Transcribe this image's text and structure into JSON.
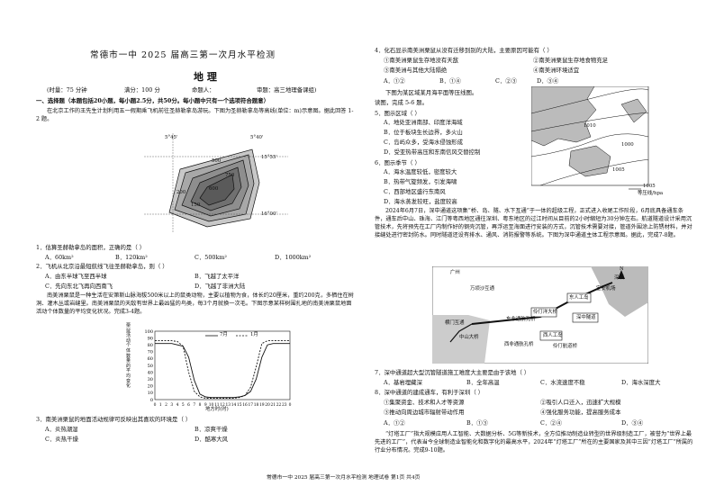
{
  "left": {
    "title": "常德市一中 2025 届高三第一次月水平检测",
    "subject": "地 理",
    "meta": {
      "time": "(时量：75 分钟",
      "score": "满分：100 分",
      "author": "命题人：",
      "reviewer": "审题：高三地理备课组)"
    },
    "section1": "一、选择题（本题包括20小题，每小题2.5分，共50分。每小题中只有一个选项符合题意）",
    "intro": "在北京工作的王先生计划利用五一假期乘飞机前往圣赫勒拿岛游玩。下图为圣赫勒拿岛等高线(单位：m)示意图。据此回答 1-2 题。",
    "map1": {
      "lon1": "5°45'",
      "lon2": "5°40'",
      "lat1": "15°55'",
      "lat2": "16°00'",
      "contours": [
        "500",
        "750",
        "600",
        "200",
        "150"
      ]
    },
    "q1": {
      "stem": "1．估算圣赫勒拿岛的面积，正确的是（    ）",
      "options": [
        "A．60km²",
        "B．120km²",
        "C．500km²",
        "D．1000km²"
      ]
    },
    "q2": {
      "stem": "2．飞机从北京沿最短航线飞往圣赫勒拿岛，则（    ）",
      "options": [
        "A．由东半球飞至西半球",
        "B．飞越了太平洋",
        "C．先向东北飞再向西南飞",
        "D．飞越了非洲大陆"
      ]
    },
    "intro2": "南美洲栗鼠是一种生活在安第斯山脉海拔500米以上的鼠类动物，主要以植物为食，体长约20厘米，重约200克，多栖住在树洞、灌木丛或岩缝里。南美洲栗鼠的天敌有世界上最凶猛的鸟类，每3个月就换一次毛。下图示意某样树围扎地的南美洲栗鼠地面活动个体数量的平均变化状况。完成3-4题。",
    "chart": {
      "ylabel": "栗鼠活动个体数量的平均变化",
      "xlabel": "地方时(时)",
      "legend_jul": "7月",
      "legend_jan": "1月",
      "yticks": [
        "100",
        "90",
        "80",
        "70",
        "60",
        "50",
        "40",
        "30",
        "20",
        "10",
        "0"
      ],
      "xticks": [
        "0",
        "1",
        "2",
        "3",
        "4",
        "5",
        "6",
        "7",
        "8",
        "9",
        "10",
        "11",
        "12",
        "13",
        "14",
        "15",
        "16",
        "17",
        "18",
        "19",
        "20",
        "21",
        "22",
        "23",
        "0"
      ]
    },
    "chart_data": {
      "type": "line",
      "x": [
        0,
        1,
        2,
        3,
        4,
        5,
        6,
        7,
        8,
        9,
        10,
        11,
        12,
        13,
        14,
        15,
        16,
        17,
        18,
        19,
        20,
        21,
        22,
        23,
        24
      ],
      "xlabel": "地方时(时)",
      "ylabel": "栗鼠活动个体数量的平均变化",
      "ylim": [
        0,
        100
      ],
      "series": [
        {
          "name": "7月",
          "values": [
            82,
            82,
            82,
            82,
            80,
            78,
            62,
            28,
            8,
            4,
            3,
            3,
            3,
            3,
            3,
            4,
            6,
            12,
            30,
            62,
            80,
            82,
            82,
            82,
            82
          ]
        },
        {
          "name": "1月",
          "values": [
            86,
            86,
            86,
            86,
            85,
            78,
            40,
            12,
            4,
            2,
            2,
            2,
            2,
            2,
            2,
            3,
            6,
            18,
            48,
            82,
            86,
            86,
            86,
            86,
            86
          ]
        }
      ]
    },
    "q3": {
      "stem": "3．南美洲栗鼠的地面活动规律可反映出其喜欢的环境是（    ）",
      "options": [
        "A．炎热潮湿",
        "B．凉爽干燥",
        "C．炎热干燥",
        "D．酷寒大风"
      ]
    }
  },
  "right": {
    "q4": {
      "stem": "4．化石显示南美洲栗鼠从没有迁移到别的大陆，主要原因可能有（    ）",
      "items": [
        "①南美洲栗鼠生存地没有天敌",
        "②南美洲栗鼠生存地食物充足",
        "③南美洲与其他大陆隔绝",
        "④南美洲环境适宜"
      ],
      "options": [
        "A．①②",
        "B．①④",
        "C．②③",
        "D．③④"
      ]
    },
    "intro5": "下图为某区域某月海平面等压线图。",
    "intro5b": "读图，完成 5-6 题。",
    "q5": {
      "stem": "5．图示区域（    ）",
      "options": [
        "A．地处亚洲南部、印度洋海域",
        "B．位于板块生长边界，多火山",
        "C．岛屿众多，受海水侵蚀形成",
        "D．受亚热带高压和东南信风交替控制"
      ]
    },
    "q6": {
      "stem": "6．图示季节（    ）",
      "options": [
        "A．海水温度较低，密度较大",
        "B．热带气旋频发，引发海啸",
        "C．西部地区盛行东南风",
        "D．海水蒸发较旺，盐度较高"
      ]
    },
    "map2": {
      "isobar": "1005",
      "legend": "等压线/hpa",
      "l1": "1010",
      "l2": "1000",
      "l3": "1005"
    },
    "intro7": "2024年6月7日，深中通道这项集“桥、岛、隧、水下互通”于一体的超级工程，正式进入收尾工作阶段，6月底具备通车条件，通车后中山、珠海、江门等粤西地区通往深圳、粤东地区的过江时间从目前的2小时缩短为30分钟左右。航道隧道设计采用沉管技术，先将预先在工厂内制作好的钢壳沉管，再浮运至海面进行安装的方式，沉管技术需要对接，管道外围涂上防锈材料，并对接缝处进行密封防水。同时隧道还设有排水、通风、消防报警等系统。下图为深中通道主体工程示意图。据此，完成7-8题。",
    "map3": {
      "labels": [
        "深圳",
        "宝安机场",
        "东人工岛",
        "伶仃洋大桥",
        "横门互通",
        "中山大桥",
        "东非通航孔桥",
        "西非通航孔桥",
        "深中隧道",
        "西人工岛",
        "伶仃航道桥",
        "万顷沙互通",
        "广州"
      ],
      "north": "N"
    },
    "q7": {
      "stem": "7．深中通道超大型沉管隧道施工难度大主要是由于该地（    ）",
      "options": [
        "A．基岩埋藏深",
        "B．全年高温",
        "C．水流速度不稳",
        "D．海水深度大"
      ]
    },
    "q8": {
      "stem": "8．深中通道的建成通车，有利于深圳（    ）",
      "items": [
        "①集聚资金、技术和人才等资源",
        "②吸引人口迁入，迅速扩大规模",
        "③推动向周边城市辐射带动作用",
        "④强化服务功能，提高服务成本"
      ],
      "options": [
        "A．①②",
        "B．①③",
        "C．②④",
        "D．③④"
      ]
    },
    "intro9": "“灯塔工厂”指大规模应用人工智能、大数据分析、5G等新技术，全方位推动制造业转型的世界级制造工厂，被誉为“世界上最先进的工厂”，代表当今全球制造业智能化和数字化的最高水平，2024年“灯塔工厂”所在的主要国家及其中三因“灯塔工厂”所属的行业分布情况。完成9-10题。"
  },
  "footer": "常德市一中 2025 届高三第一次月水平检测  地理试卷   第1页   共4页"
}
